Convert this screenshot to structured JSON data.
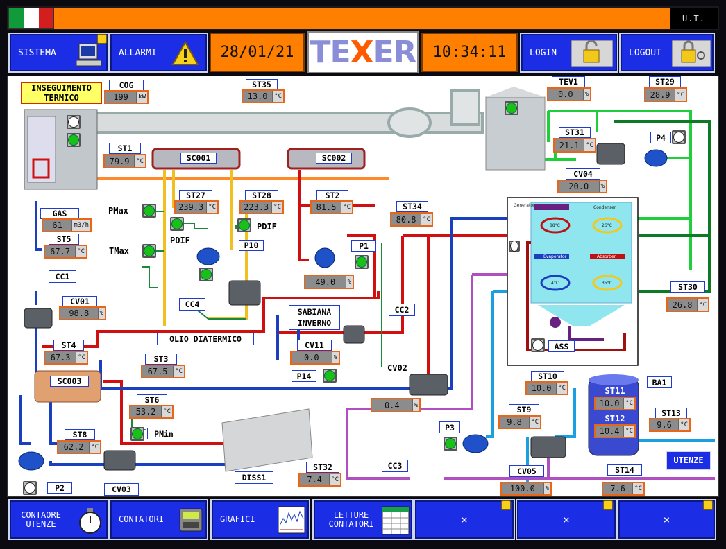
{
  "header": {
    "user_label": "U.T.",
    "date": "28/01/21",
    "time": "10:34:11",
    "logo_text": [
      "TE",
      "X",
      "ER"
    ]
  },
  "nav": {
    "sistema": "SISTEMA",
    "allarmi": "ALLARMI",
    "login": "LOGIN",
    "logout": "LOGOUT"
  },
  "flag_colors": [
    "#119a3a",
    "#ffffff",
    "#d21e1e"
  ],
  "plant": {
    "inseguimento": "INSEGUIMENTO TERMICO",
    "cog": {
      "label": "COG",
      "value": "199",
      "unit": "kW"
    },
    "gas": {
      "label": "GAS",
      "value": "61",
      "unit": "m3/h"
    },
    "st35": {
      "label": "ST35",
      "value": "13.0",
      "unit": "°C"
    },
    "st1": {
      "label": "ST1",
      "value": "79.9",
      "unit": "°C"
    },
    "st27": {
      "label": "ST27",
      "value": "239.3",
      "unit": "°C"
    },
    "st28": {
      "label": "ST28",
      "value": "223.3",
      "unit": "°C"
    },
    "st2": {
      "label": "ST2",
      "value": "81.5",
      "unit": "°C"
    },
    "st5": {
      "label": "ST5",
      "value": "67.7",
      "unit": "°C"
    },
    "st4": {
      "label": "ST4",
      "value": "67.3",
      "unit": "°C"
    },
    "st3": {
      "label": "ST3",
      "value": "67.5",
      "unit": "°C"
    },
    "st6": {
      "label": "ST6",
      "value": "53.2",
      "unit": "°C"
    },
    "st8": {
      "label": "ST8",
      "value": "62.2",
      "unit": "°C"
    },
    "st34": {
      "label": "ST34",
      "value": "80.8",
      "unit": "°C"
    },
    "st31": {
      "label": "ST31",
      "value": "21.1",
      "unit": "°C"
    },
    "st29": {
      "label": "ST29",
      "value": "28.9",
      "unit": "°C"
    },
    "st30": {
      "label": "ST30",
      "value": "26.8",
      "unit": "°C"
    },
    "st10": {
      "label": "ST10",
      "value": "10.0",
      "unit": "°C"
    },
    "st11": {
      "label": "ST11",
      "value": "10.0",
      "unit": "°C"
    },
    "st12": {
      "label": "ST12",
      "value": "10.4",
      "unit": "°C"
    },
    "st13": {
      "label": "ST13",
      "value": "9.6",
      "unit": "°C"
    },
    "st9": {
      "label": "ST9",
      "value": "9.8",
      "unit": "°C"
    },
    "st32": {
      "label": "ST32",
      "value": "7.4",
      "unit": "°C"
    },
    "st14": {
      "label": "ST14",
      "value": "7.6",
      "unit": "°C"
    },
    "tev1": {
      "label": "TEV1",
      "value": "0.0",
      "unit": "%"
    },
    "cv04": {
      "label": "CV04",
      "value": "20.0",
      "unit": "%"
    },
    "cv01": {
      "label": "CV01",
      "value": "98.8",
      "unit": "%"
    },
    "cv11": {
      "label": "CV11",
      "value": "0.0",
      "unit": "%"
    },
    "p1val": {
      "value": "49.0",
      "unit": "%"
    },
    "cv02val": {
      "value": "0.4",
      "unit": "%"
    },
    "cv05": {
      "label": "CV05",
      "value": "100.0",
      "unit": "%"
    },
    "sc001": "SC001",
    "sc002": "SC002",
    "sc003": "SC003",
    "pmax": "PMax",
    "tmax": "TMax",
    "pdif1": "PDIF",
    "pdif2": "PDIF",
    "p10": "P10",
    "p1": "P1",
    "p4": "P4",
    "p3": "P3",
    "p2": "P2",
    "p14": "P14",
    "cc1": "CC1",
    "cc2": "CC2",
    "cc3": "CC3",
    "cc4": "CC4",
    "cv02": "CV02",
    "cv03": "CV03",
    "olio": "OLIO DIATERMICO",
    "sabiana": "SABIANA INVERNO",
    "pmin": "PMin",
    "diss1": "DISS1",
    "ba1": "BA1",
    "ass": "ASS",
    "utenze": "UTENZE",
    "absorber_labels": {
      "generator": "Generator",
      "condenser": "Condenser",
      "evaporator": "Evaporator",
      "absorber": "Absorber",
      "t1": "88°C",
      "t2": "26°C",
      "t3": "4°C",
      "t4": "35°C"
    }
  },
  "footer": {
    "contaore": "CONTAORE UTENZE",
    "contatori": "CONTATORI",
    "grafici": "GRAFICI",
    "letture": "LETTURE CONTATORI",
    "x1": "×",
    "x2": "×",
    "x3": "×"
  }
}
